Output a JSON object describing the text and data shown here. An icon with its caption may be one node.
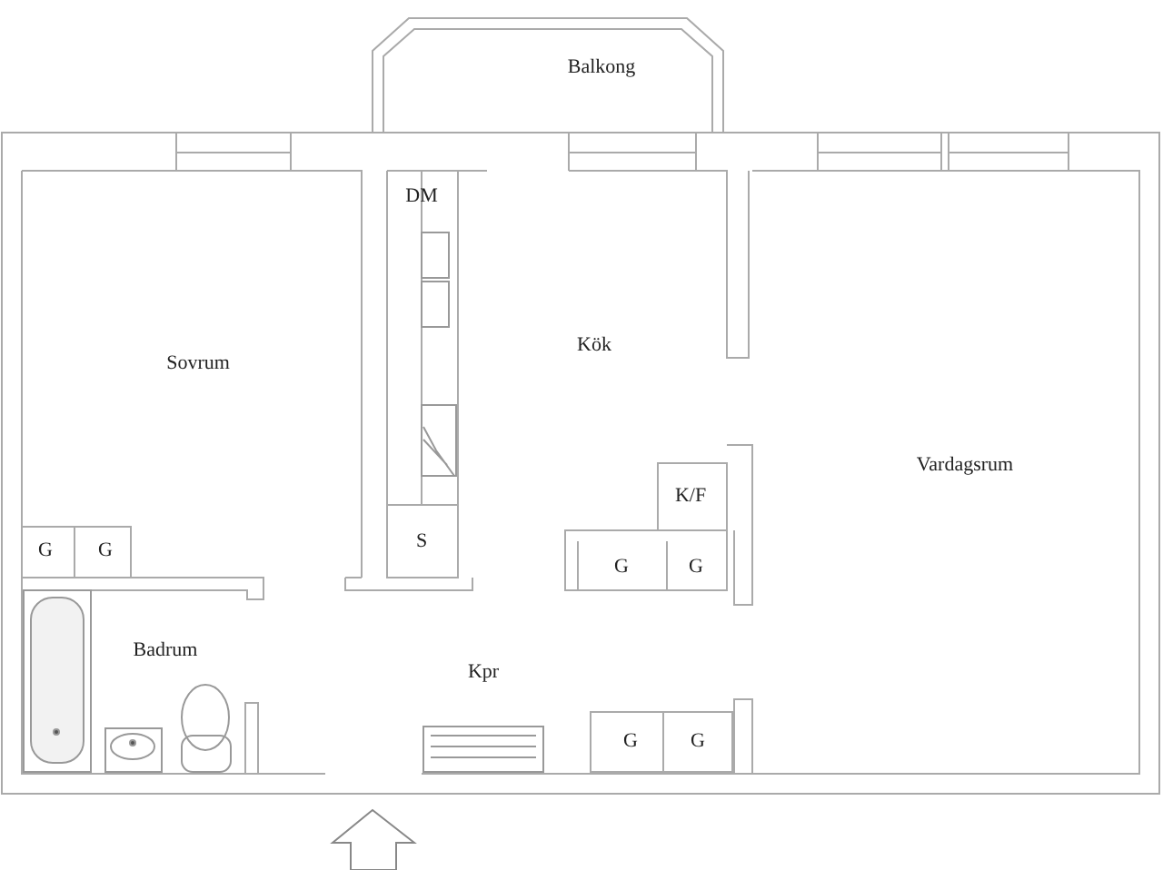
{
  "diagram": {
    "labels": [
      "Balkong",
      "DM",
      "Sovrum",
      "Kök",
      "K/F",
      "Vardagsrum",
      "G",
      "G",
      "S",
      "G",
      "G",
      "Badrum",
      "Kpr",
      "G",
      "G"
    ]
  }
}
